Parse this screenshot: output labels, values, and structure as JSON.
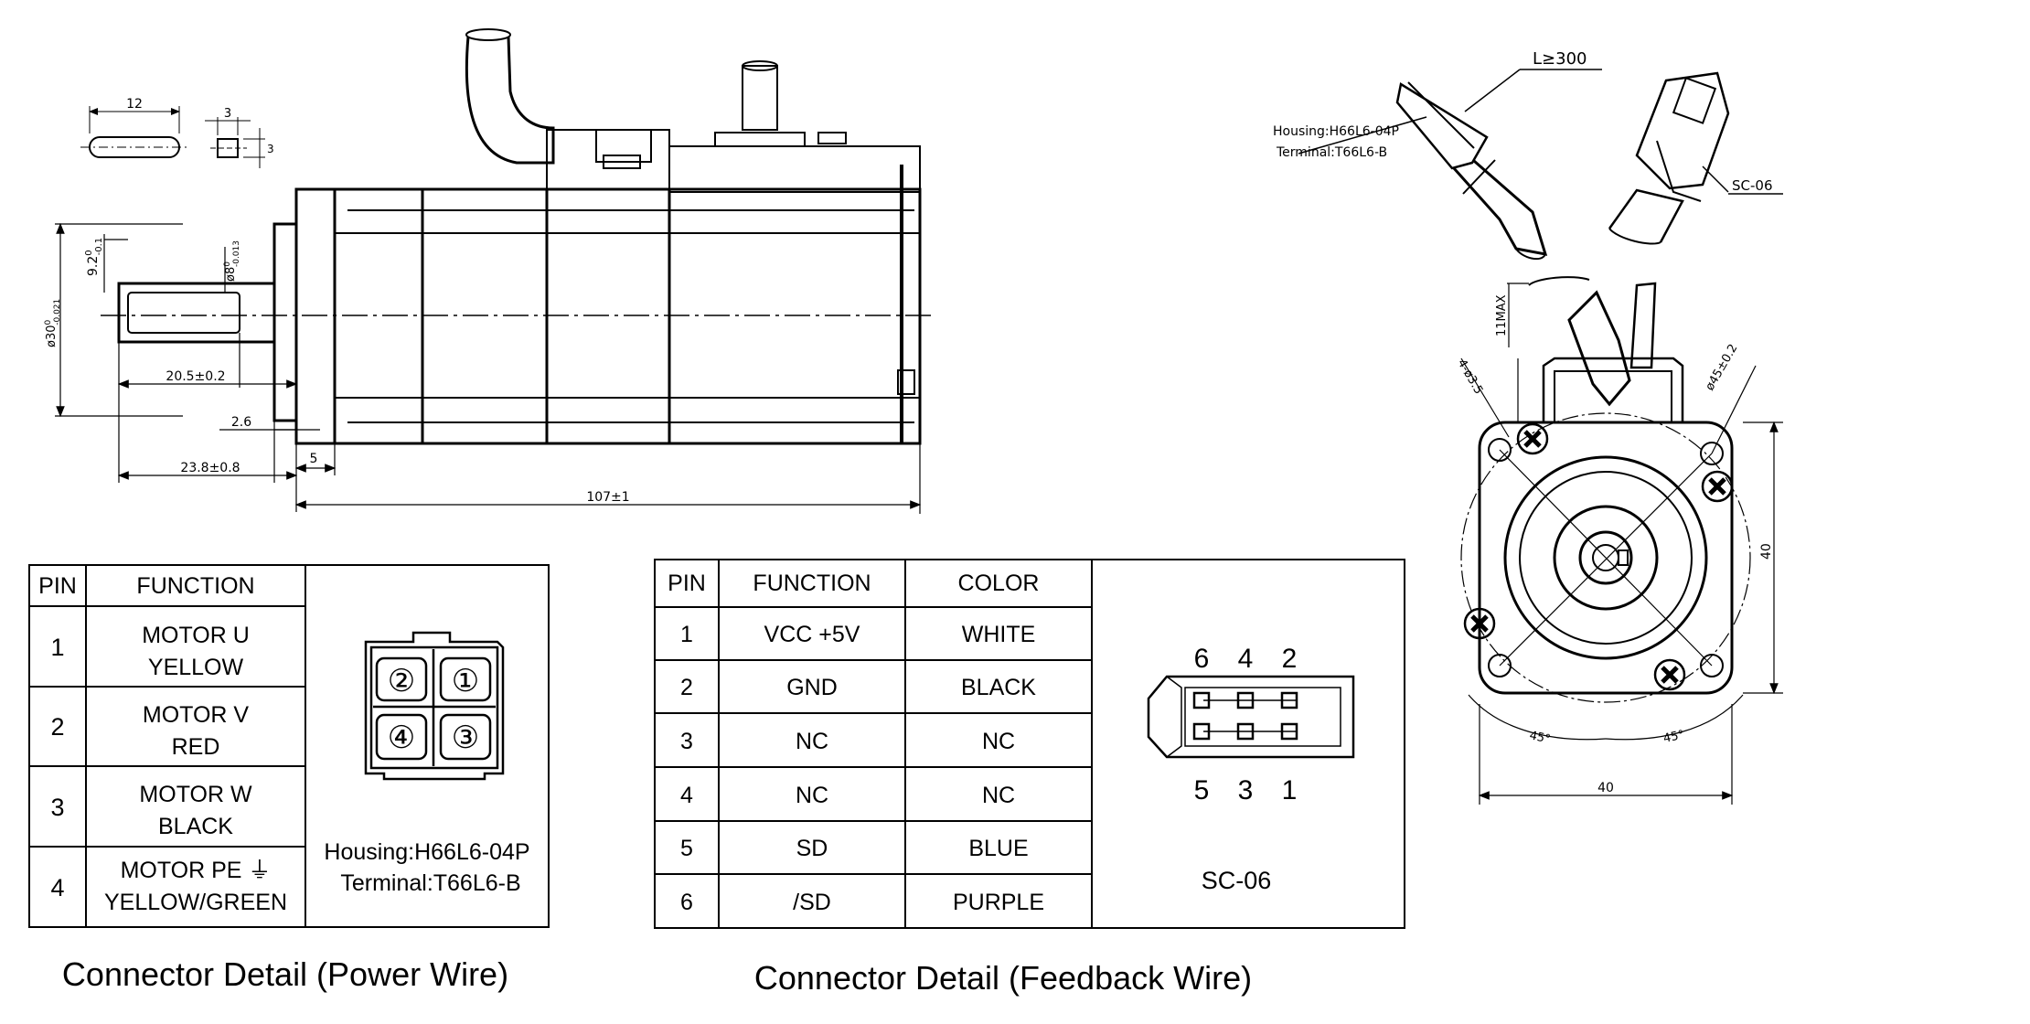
{
  "dimensions": {
    "key_length": "12",
    "key_width": "3",
    "key_height": "3",
    "key_step": "9.2",
    "key_step_tol_upper": "0",
    "key_step_tol_lower": "-0.1",
    "shaft_dia": "ø8",
    "shaft_dia_tol_upper": "0",
    "shaft_dia_tol_lower": "-0.013",
    "pilot_dia": "ø30",
    "pilot_dia_tol_upper": "0",
    "pilot_dia_tol_lower": "-0.021",
    "key_offset": "20.5±0.2",
    "flange_thickness": "2.6",
    "shaft_length": "23.8±0.8",
    "flange_offset": "5",
    "body_length": "107±1",
    "cable_length": "L≥300",
    "cable_height": "11MAX",
    "hole_spec": "4-ø3.5",
    "bolt_circle": "ø45±0.2",
    "flange_height": "40",
    "flange_width": "40",
    "angle_left": "45°",
    "angle_right": "45°"
  },
  "cable_labels": {
    "housing": "Housing:H66L6-04P",
    "terminal": "Terminal:T66L6-B",
    "encoder_connector": "SC-06"
  },
  "power_table": {
    "caption": "Connector Detail (Power Wire)",
    "headers": [
      "PIN",
      "FUNCTION"
    ],
    "rows": [
      {
        "pin": "1",
        "function": "MOTOR U",
        "color": "YELLOW"
      },
      {
        "pin": "2",
        "function": "MOTOR V",
        "color": "RED"
      },
      {
        "pin": "3",
        "function": "MOTOR W",
        "color": "BLACK"
      },
      {
        "pin": "4",
        "function": "MOTOR PE ⏚",
        "color": "YELLOW/GREEN"
      }
    ],
    "connector_pins": [
      "②",
      "①",
      "④",
      "③"
    ],
    "housing": "Housing:H66L6-04P",
    "terminal": "Terminal:T66L6-B"
  },
  "feedback_table": {
    "caption": "Connector Detail (Feedback Wire)",
    "headers": [
      "PIN",
      "FUNCTION",
      "COLOR"
    ],
    "rows": [
      {
        "pin": "1",
        "function": "VCC +5V",
        "color": "WHITE"
      },
      {
        "pin": "2",
        "function": "GND",
        "color": "BLACK"
      },
      {
        "pin": "3",
        "function": "NC",
        "color": "NC"
      },
      {
        "pin": "4",
        "function": "NC",
        "color": "NC"
      },
      {
        "pin": "5",
        "function": "SD",
        "color": "BLUE"
      },
      {
        "pin": "6",
        "function": "/SD",
        "color": "PURPLE"
      }
    ],
    "connector_top_pins": [
      "6",
      "4",
      "2"
    ],
    "connector_bottom_pins": [
      "5",
      "3",
      "1"
    ],
    "connector_name": "SC-06"
  }
}
